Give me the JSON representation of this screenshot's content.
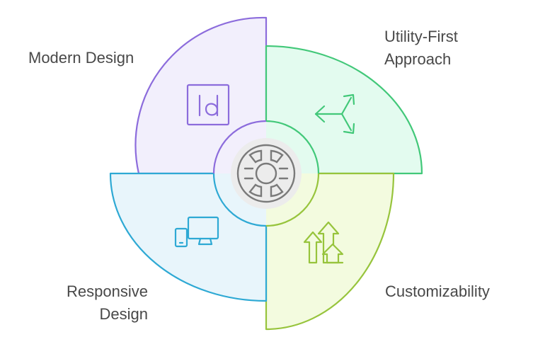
{
  "colors": {
    "modern": {
      "stroke": "#8c6cdc",
      "fill": "#f2effc"
    },
    "utility": {
      "stroke": "#42c879",
      "fill": "#e3fbef"
    },
    "custom": {
      "stroke": "#97c43c",
      "fill": "#f3fbdf"
    },
    "responsive": {
      "stroke": "#2ea9d4",
      "fill": "#e8f5fb"
    },
    "center": {
      "stroke": "#7a7a7a",
      "fill": "#ececec"
    },
    "text": "#484848"
  },
  "segments": [
    {
      "id": "modern",
      "lines": [
        "Modern Design"
      ],
      "icon": "indesign-icon"
    },
    {
      "id": "utility",
      "lines": [
        "Utility-First",
        "Approach"
      ],
      "icon": "arrows-split-icon"
    },
    {
      "id": "custom",
      "lines": [
        "Customizability"
      ],
      "icon": "upgrade-arrows-icon"
    },
    {
      "id": "responsive",
      "lines": [
        "Responsive",
        "Design"
      ],
      "icon": "devices-icon"
    }
  ],
  "center": {
    "icon": "target-wheel-icon"
  }
}
